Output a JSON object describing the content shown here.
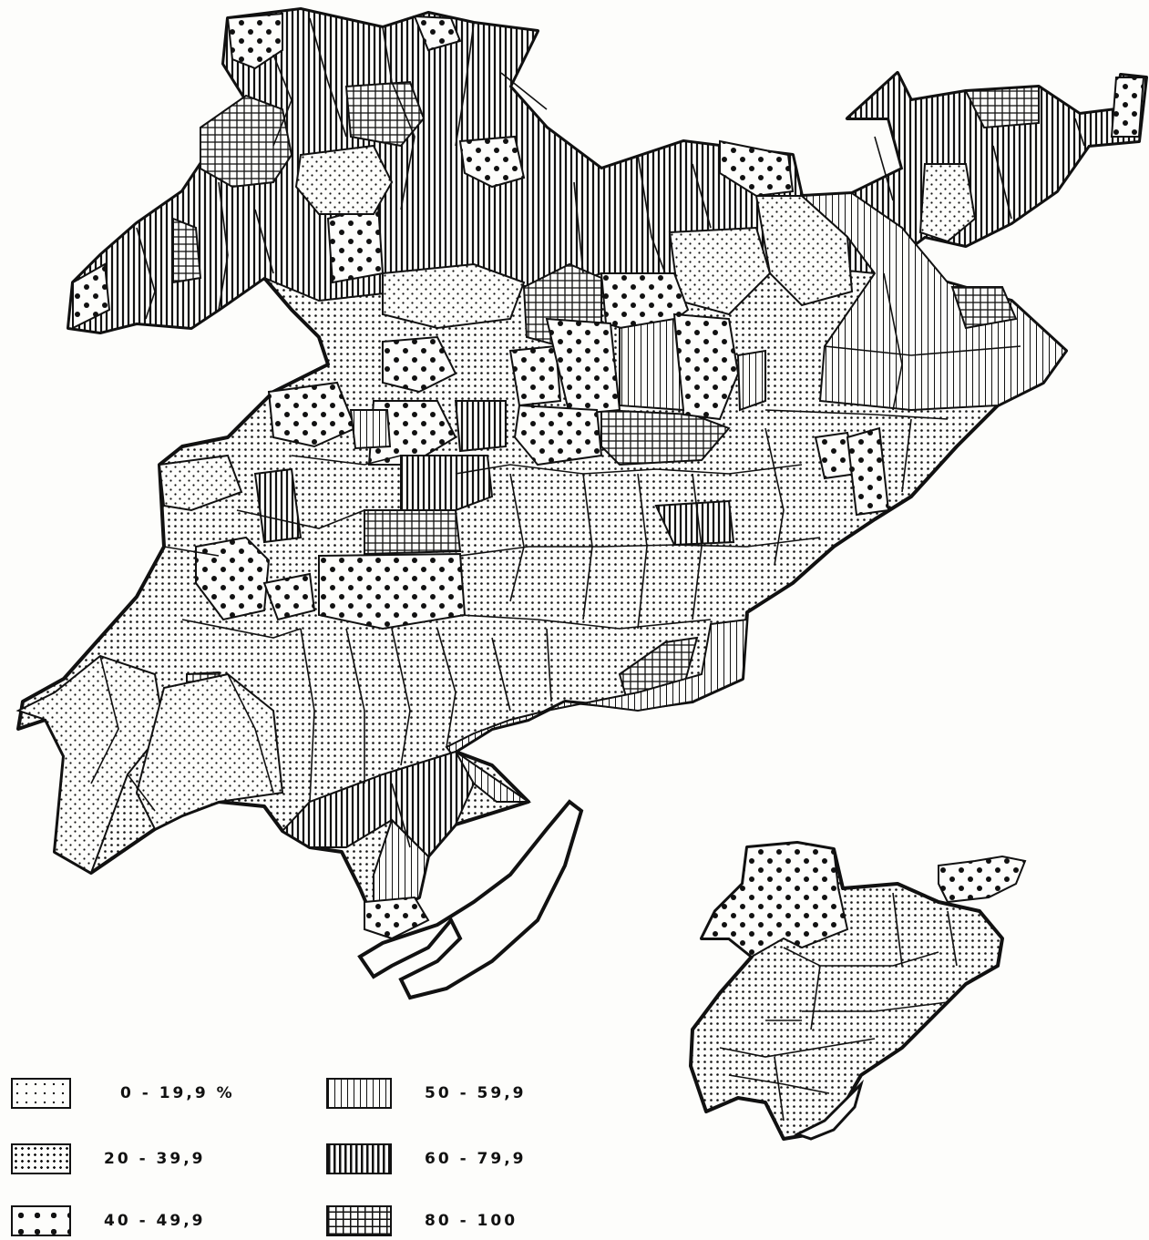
{
  "legend": {
    "classes": [
      {
        "label": "0 - 19,9 %",
        "pattern": "sparse-dots"
      },
      {
        "label": "20 - 39,9",
        "pattern": "dense-dots"
      },
      {
        "label": "40 - 49,9",
        "pattern": "large-dots"
      },
      {
        "label": "50 - 59,9",
        "pattern": "thin-vertical-lines"
      },
      {
        "label": "60 - 79,9",
        "pattern": "thick-vertical-lines"
      },
      {
        "label": "80 - 100",
        "pattern": "grid"
      }
    ]
  },
  "colors": {
    "ink": "#111111",
    "paper": "#fdfdfb"
  }
}
